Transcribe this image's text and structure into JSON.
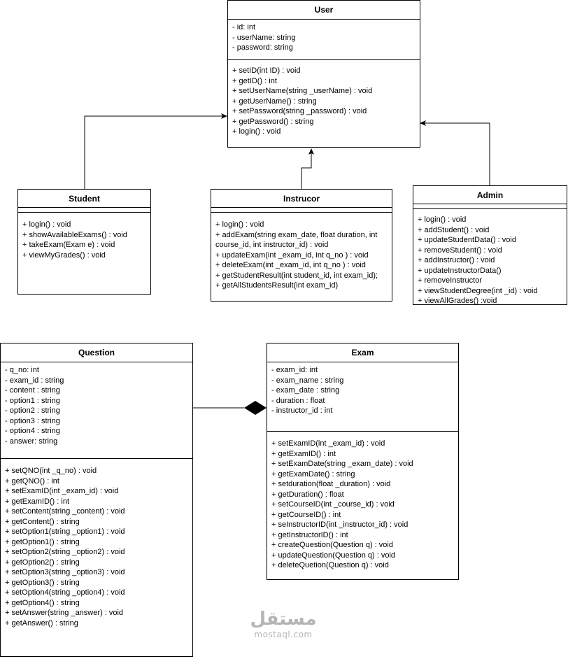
{
  "classes": {
    "user": {
      "name": "User",
      "attributes": [
        "- id: int",
        "- userName: string",
        "- password: string"
      ],
      "methods": [
        "+ setID(int ID) : void",
        "+ getID() : int",
        "+ setUserName(string _userName) : void",
        "+ getUserName() : string",
        "+ setPassword(string _password) : void",
        "+ getPassword() : string",
        "+ login() : void"
      ]
    },
    "student": {
      "name": "Student",
      "methods": [
        "+ login() : void",
        "+ showAvailableExams() : void",
        "+ takeExam(Exam e) : void",
        "+ viewMyGrades() : void"
      ]
    },
    "instructor": {
      "name": "Instrucor",
      "methods": [
        "+ login() : void",
        "+ addExam(string exam_date, float duration, int course_id, int instructor_id) : void",
        "+ updateExam(int _exam_id, int q_no ) : void",
        "+ deleteExam(int _exam_id, int q_no ) : void",
        "+ getStudentResult(int student_id, int exam_id);",
        "+ getAllStudentsResult(int exam_id)"
      ]
    },
    "admin": {
      "name": "Admin",
      "methods": [
        "+ login() : void",
        "+ addStudent() : void",
        "+ updateStudentData() : void",
        "+ removeStudent() : void",
        "+ addInstructor() : void",
        "+ updateInstructorData()",
        "+ removeInstructor",
        "+ viewStudentDegree(int _id) : void",
        "+ viewAllGrades() :void"
      ]
    },
    "question": {
      "name": "Question",
      "attributes": [
        "- q_no: int",
        "- exam_id : string",
        "- content : string",
        "- option1 : string",
        "- option2 : string",
        "- option3 : string",
        "- option4 : string",
        "- answer: string"
      ],
      "methods": [
        "+ setQNO(int _q_no) : void",
        "+ getQNO() : int",
        "+ setExamID(int _exam_id) : void",
        "+ getExamID() : int",
        "+ setContent(string _content) : void",
        "+ getContent() : string",
        "+ setOption1(string _option1) : void",
        "+ getOption1() : string",
        "+ setOption2(string _option2) : void",
        "+ getOption2() : string",
        "+ setOption3(string _option3) : void",
        "+ getOption3() : string",
        "+ setOption4(string _option4) : void",
        "+ getOption4() : string",
        "+ setAnswer(string _answer) : void",
        "+ getAnswer() : string"
      ]
    },
    "exam": {
      "name": "Exam",
      "attributes": [
        "- exam_id: int",
        "- exam_name : string",
        "- exam_date : string",
        "- duration : float",
        "- instructor_id : int"
      ],
      "methods": [
        "+ setExamID(int _exam_id) : void",
        "+ getExamID() : int",
        "+ setExamDate(string _exam_date) : void",
        "+ getExamDate() : string",
        "+ setduration(float _duration) : void",
        "+ getDuration() : float",
        "+ setCourseID(int _course_id) : void",
        "+ getCourseID() : int",
        "+ seInstructorID(int _instructor_id) : void",
        "+ getInstructorID() : int",
        "+ createQuestion(Question q) : void",
        "+ updateQuestion(Question q) : void",
        "+ deleteQuetion(Question q) : void"
      ]
    }
  },
  "relations": [
    {
      "type": "inheritance",
      "from": "Student",
      "to": "User"
    },
    {
      "type": "inheritance",
      "from": "Instrucor",
      "to": "User"
    },
    {
      "type": "inheritance",
      "from": "Admin",
      "to": "User"
    },
    {
      "type": "composition",
      "from": "Question",
      "to": "Exam"
    }
  ],
  "watermark": {
    "arabic": "مستقل",
    "latin": "mostaql.com"
  },
  "colors": {
    "line": "#000000",
    "background": "#ffffff",
    "watermark": "#b5b5b5"
  }
}
